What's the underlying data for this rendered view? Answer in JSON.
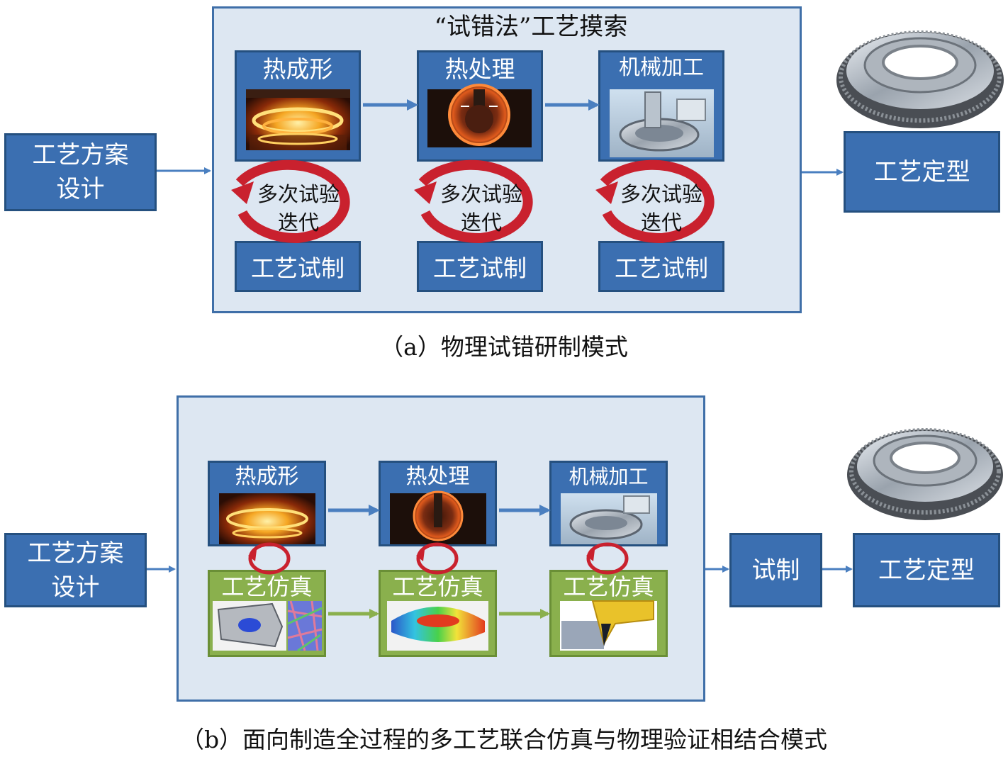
{
  "a": {
    "panel_title": "“试错法”工艺摸索",
    "design": "工艺方案\n设计",
    "steps": [
      "热成形",
      "热处理",
      "机械加工"
    ],
    "iteration": "多次试验\n迭代",
    "trial": "工艺试制",
    "final": "工艺定型",
    "caption": "（a）物理试错研制模式"
  },
  "b": {
    "design": "工艺方案\n设计",
    "steps": [
      "热成形",
      "热处理",
      "机械加工"
    ],
    "simulation": "工艺仿真",
    "trial": "试制",
    "final": "工艺定型",
    "caption": "（b）面向制造全过程的多工艺联合仿真与物理验证相结合模式"
  },
  "colors": {
    "box_blue": "#3b6fb1",
    "panel_fill": "#dde7f2",
    "arrow_blue": "#4a7fc0",
    "sim_green": "#8ab04d",
    "cycle_red": "#c9212e"
  }
}
